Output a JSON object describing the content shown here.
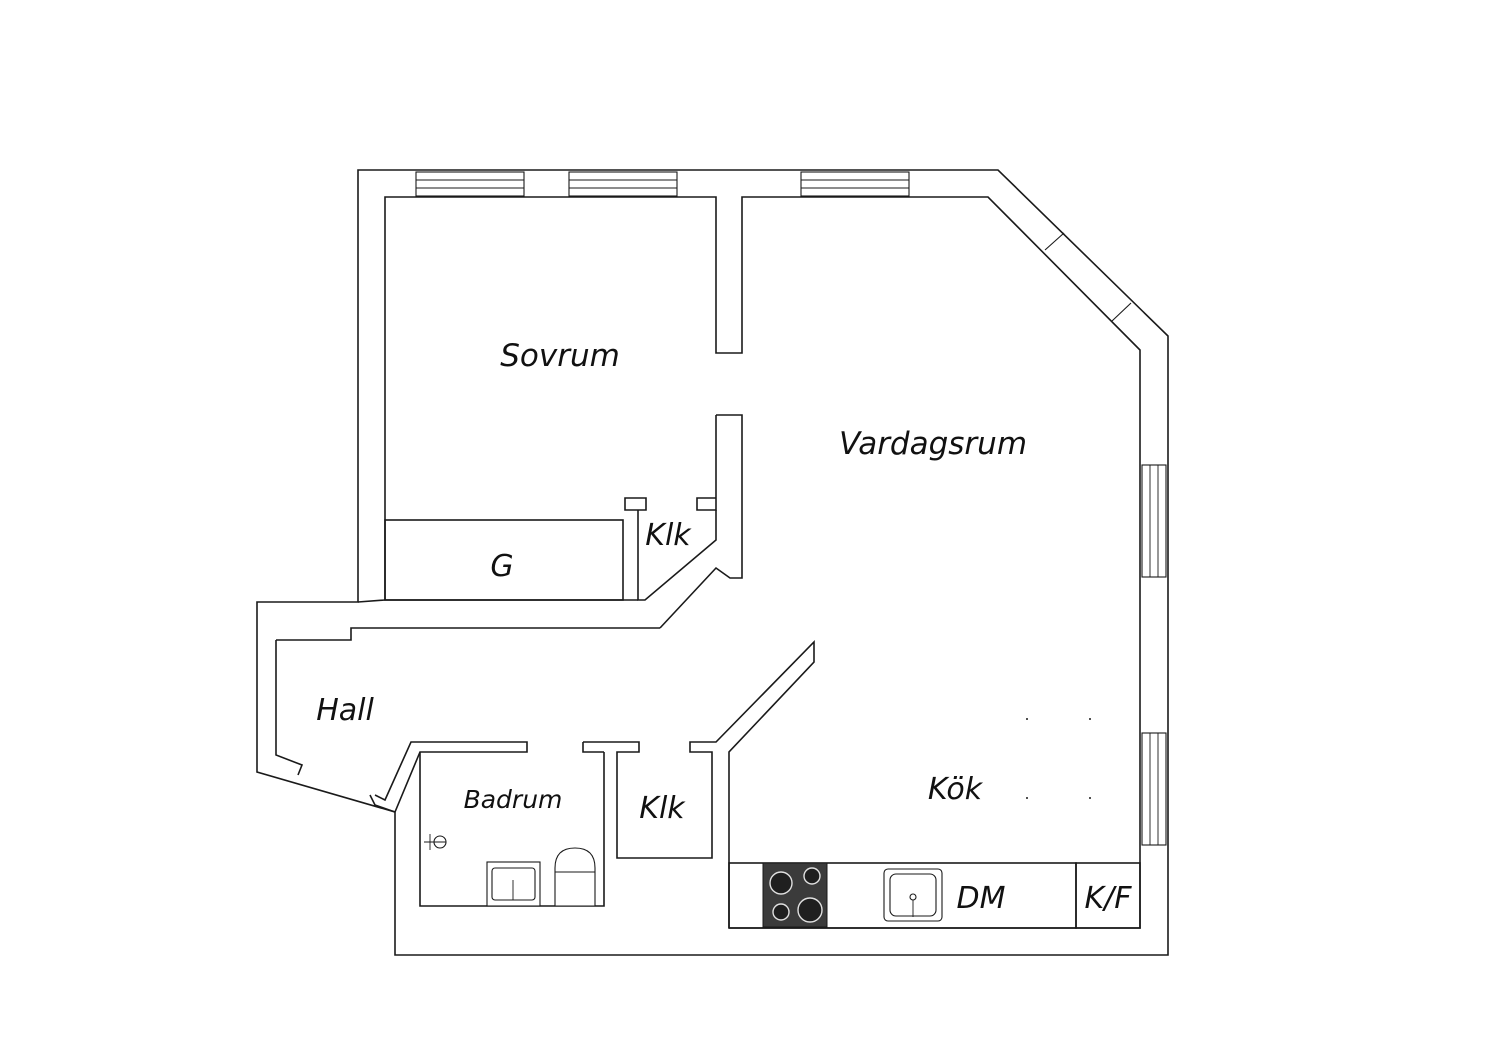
{
  "rooms": {
    "sovrum": "Sovrum",
    "vardagsrum": "Vardagsrum",
    "garderob": "G",
    "klk_bedroom": "Klk",
    "hall": "Hall",
    "badrum": "Badrum",
    "klk_hall": "Klk",
    "kok": "Kök",
    "diskmaskin": "DM",
    "kyl_frys": "K/F"
  }
}
